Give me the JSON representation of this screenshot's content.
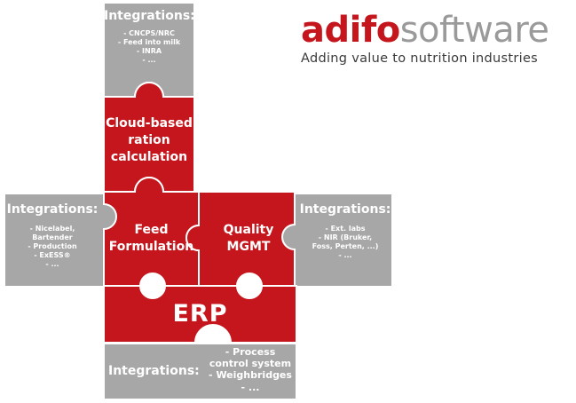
{
  "logo": {
    "brand_bold": "adifo",
    "brand_light": "software",
    "tagline": "Adding value to nutrition industries",
    "brand_color": "#c4161c"
  },
  "colors": {
    "red": "#c4161c",
    "gray": "#a7a7a7",
    "border": "#ffffff"
  },
  "pieces": {
    "cloud": {
      "lines": [
        "Cloud-based",
        "ration",
        "calculation"
      ]
    },
    "feed": {
      "lines": [
        "Feed",
        "Formulation"
      ]
    },
    "quality": {
      "lines": [
        "Quality",
        "MGMT"
      ]
    },
    "erp": {
      "label": "ERP"
    }
  },
  "integrations": {
    "top": {
      "title": "Integrations:",
      "items": [
        "- CNCPS/NRC",
        "- Feed into milk",
        "- INRA",
        "- ..."
      ]
    },
    "left": {
      "title": "Integrations:",
      "items": [
        "- Nicelabel,",
        "Bartender",
        "- Production",
        "- ExESS®",
        "- ..."
      ]
    },
    "right": {
      "title": "Integrations:",
      "items": [
        "- Ext. labs",
        "- NIR (Bruker,",
        "Foss, Perten, ...)",
        "- ..."
      ]
    },
    "bottom": {
      "title": "Integrations:",
      "items": [
        "- Process",
        "control system",
        "- Weighbridges",
        "- ..."
      ]
    }
  }
}
